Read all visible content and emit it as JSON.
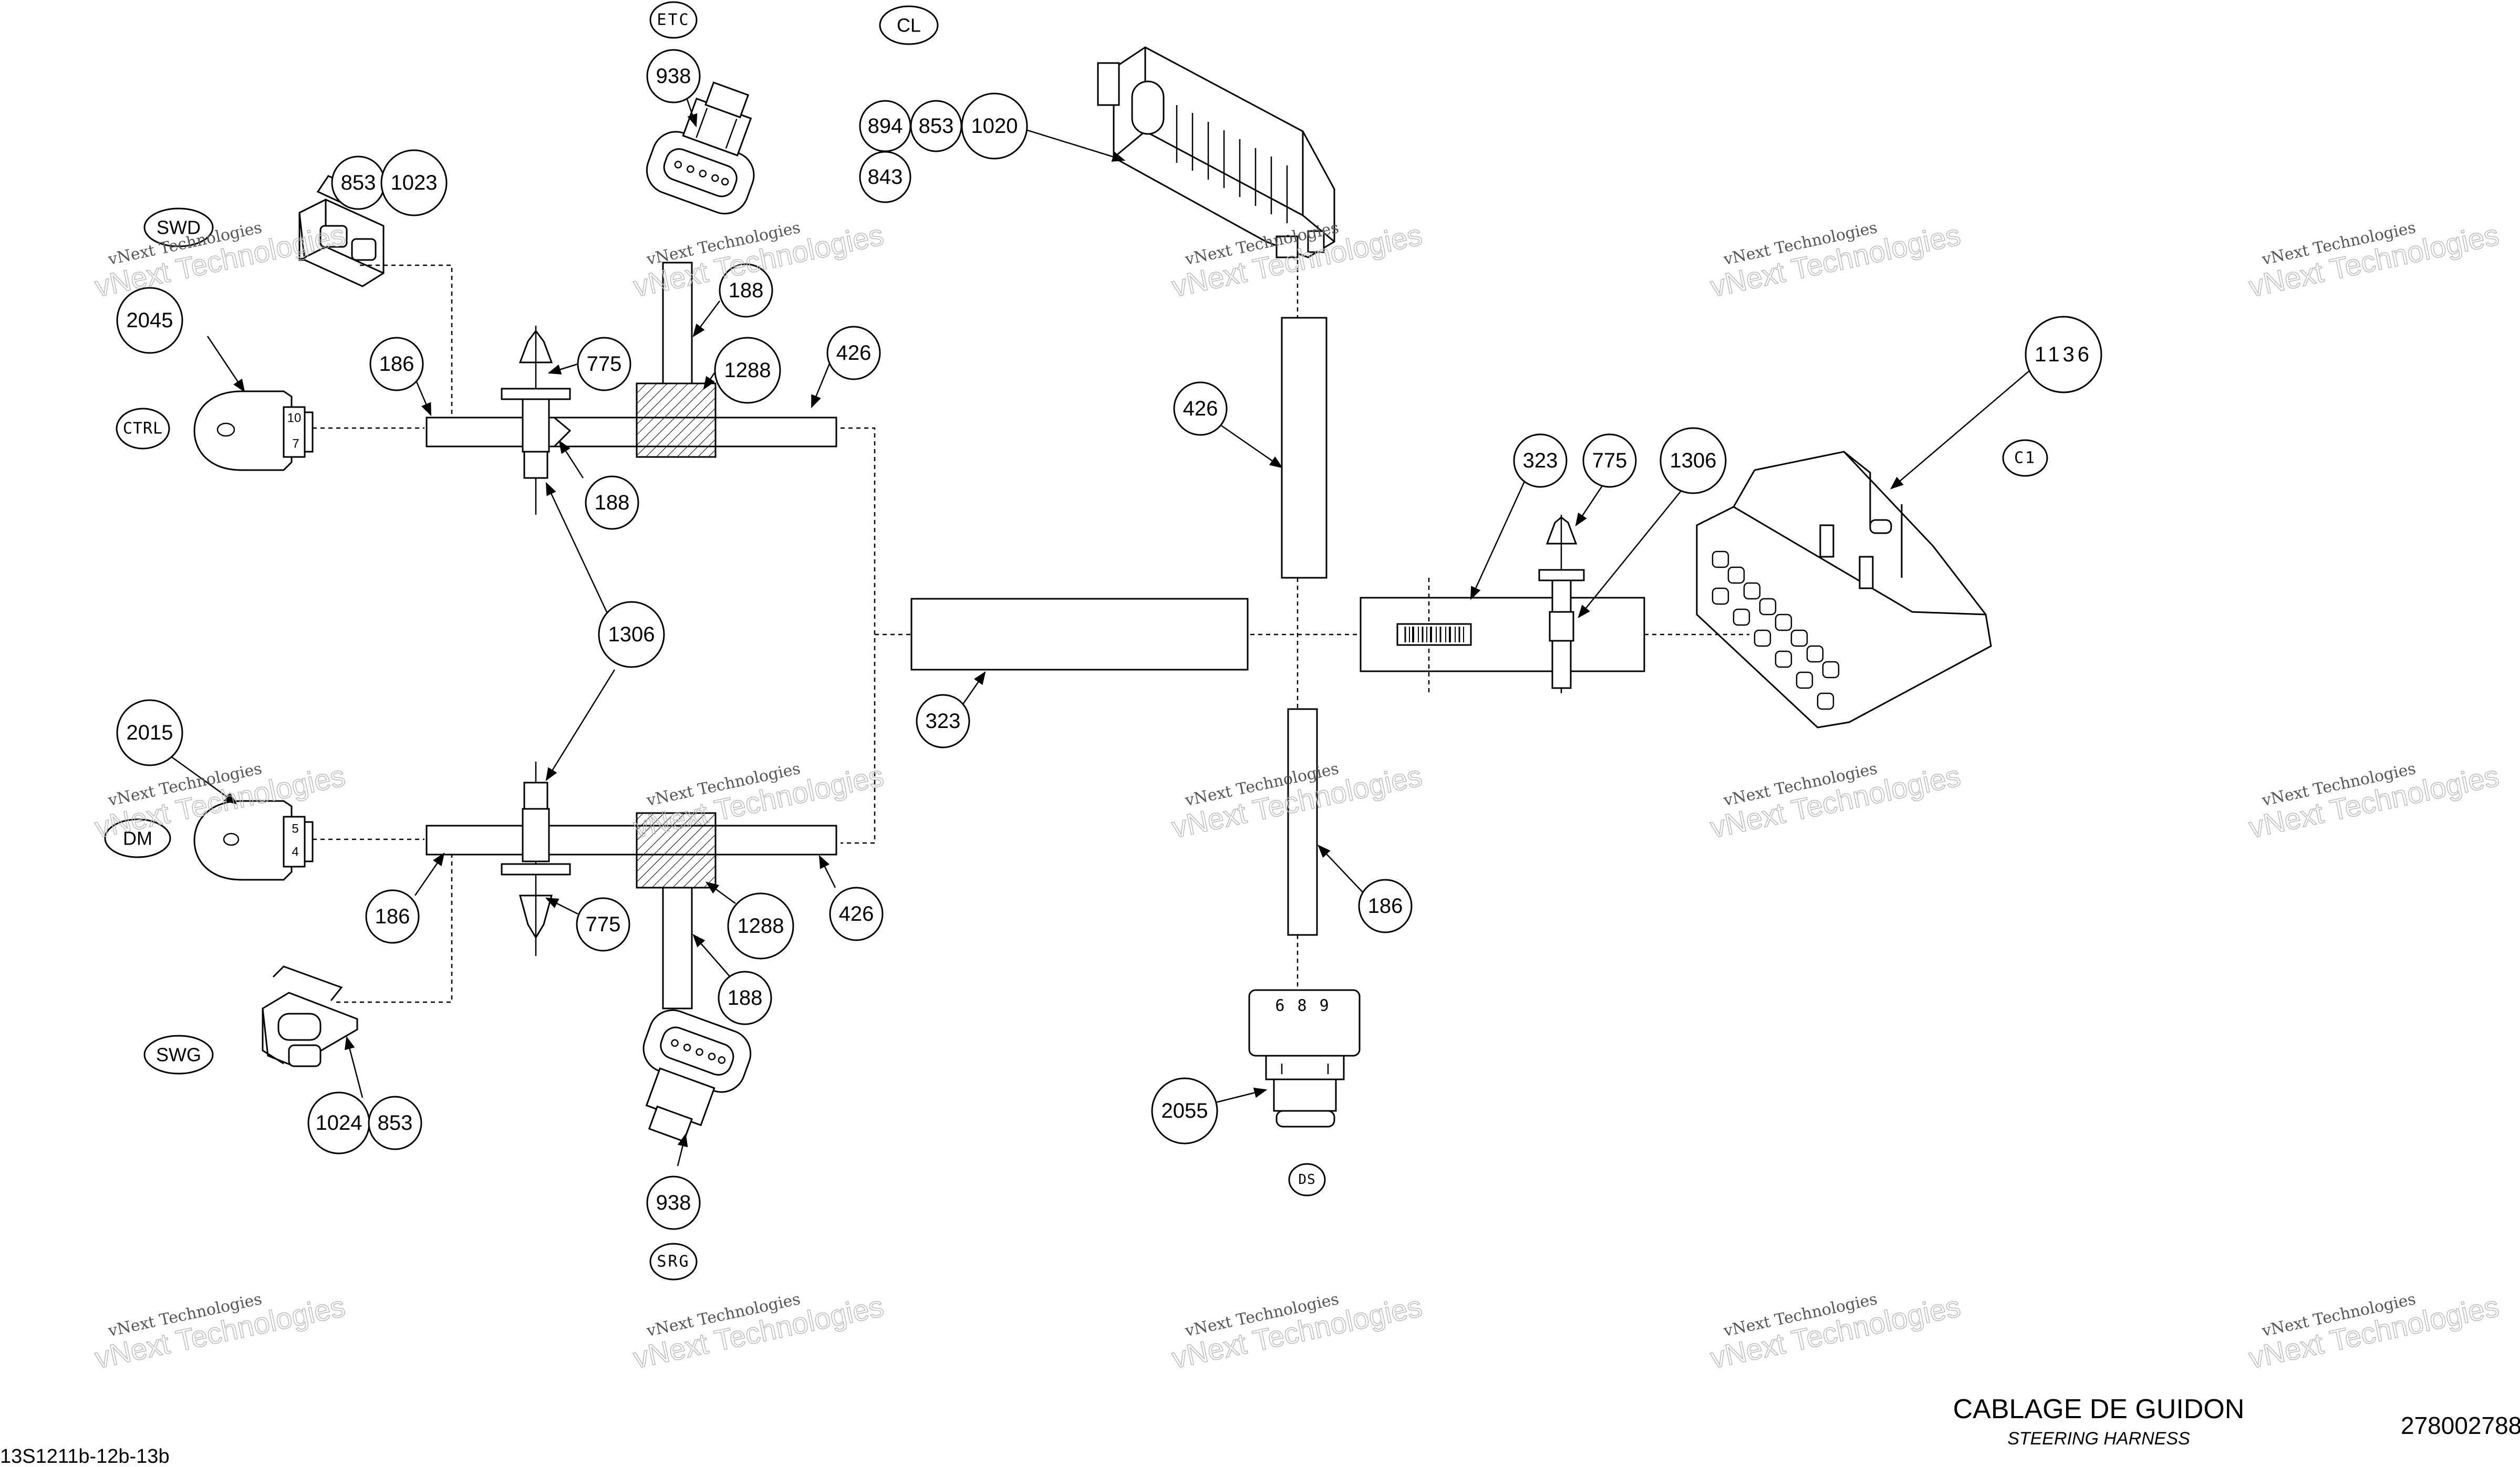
{
  "title": "CABLAGE DE GUIDON",
  "subtitle": "STEERING HARNESS",
  "drawing_number": "278002788",
  "model_reference": "13S1211b-12b-13b",
  "watermark": "vNext Technologies",
  "balloons": {
    "etc": "ETC",
    "cl": "CL",
    "swd": "SWD",
    "ctrl": "CTRL",
    "dm": "DM",
    "swg": "SWG",
    "srg": "SRG",
    "c1": "C1",
    "ds": "DS",
    "p938_top": "938",
    "p894": "894",
    "p853_cl": "853",
    "p1020": "1020",
    "p843": "843",
    "p853_swd": "853",
    "p1023": "1023",
    "p2045": "2045",
    "p186_top": "186",
    "p775_top": "775",
    "p188_upper": "188",
    "p1288_top": "1288",
    "p426_top": "426",
    "p188_top": "188",
    "p1306_mid": "1306",
    "p2015": "2015",
    "p186_bot": "186",
    "p775_bot": "775",
    "p1288_bot": "1288",
    "p426_bot": "426",
    "p188_bot": "188",
    "p1024": "1024",
    "p853_swg": "853",
    "p938_bot": "938",
    "p426_center": "426",
    "p323_left": "323",
    "p323_right": "323",
    "p775_right": "775",
    "p1306_right": "1306",
    "p1136": "1136",
    "p186_center": "186",
    "p2055": "2055"
  },
  "connector_pins": {
    "ctrl": [
      "10",
      "7"
    ],
    "dm": [
      "5",
      "4"
    ],
    "ds": "6 8 9"
  }
}
